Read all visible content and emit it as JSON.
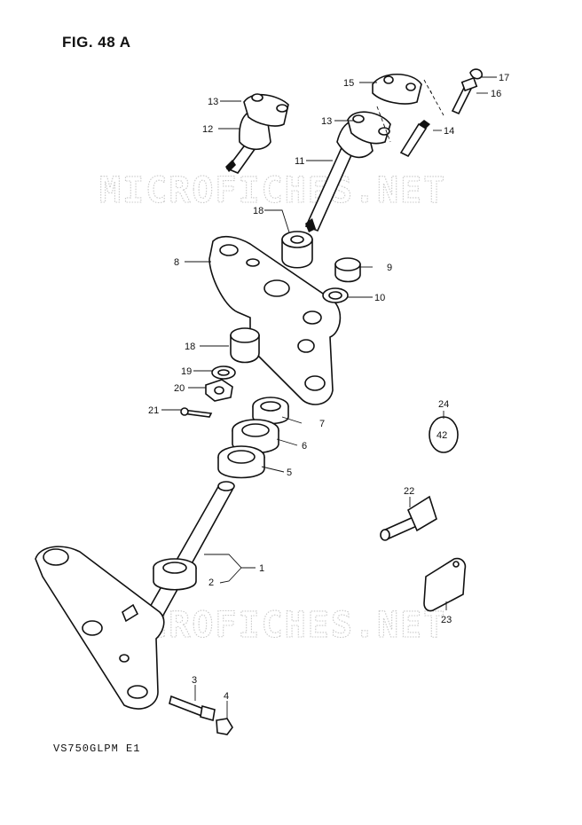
{
  "figure_title": "FIG. 48 A",
  "model_code": "VS750GLPM E1",
  "watermark": "MICROFICHES.NET",
  "callouts": [
    "1",
    "2",
    "3",
    "4",
    "5",
    "6",
    "7",
    "8",
    "9",
    "10",
    "11",
    "12",
    "13",
    "13",
    "14",
    "15",
    "16",
    "17",
    "18",
    "18",
    "19",
    "20",
    "21",
    "22",
    "23",
    "24"
  ],
  "key_tag_text": "42"
}
